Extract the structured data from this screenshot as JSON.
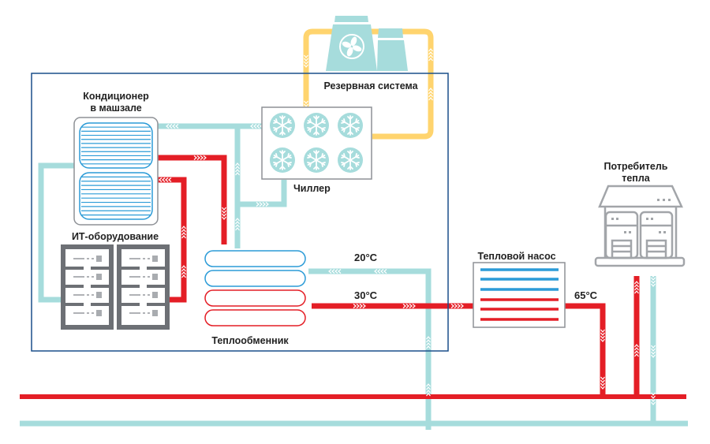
{
  "title": "Схема утилизации тепла дата-центра",
  "colors": {
    "hot": "#E41E26",
    "cold": "#A6DCDC",
    "reserve": "#FFD46E",
    "boundary": "#1A4F8A",
    "equipment_outline": "#8E9196",
    "server": "#6D7075",
    "coil_blue": "#2B9BD7",
    "coil_red": "#E41E26"
  },
  "labels": {
    "air_conditioner_line1": "Кондиционер",
    "air_conditioner_line2": "в машзале",
    "it_equipment": "ИТ-оборудование",
    "chiller": "Чиллер",
    "reserve_system": "Резервная система",
    "heat_exchanger": "Теплообменник",
    "heat_pump": "Тепловой насос",
    "consumer_line1": "Потребитель",
    "consumer_line2": "тепла"
  },
  "temperatures": {
    "return_cold": "20°C",
    "supply_warm": "30°C",
    "heat_pump_output": "65°C"
  },
  "icons": {
    "cooling_tower": "fan-icon",
    "chiller_fans": "snowflake-icon",
    "server_racks": "server-rack-icon",
    "consumer_building": "building-icon"
  }
}
